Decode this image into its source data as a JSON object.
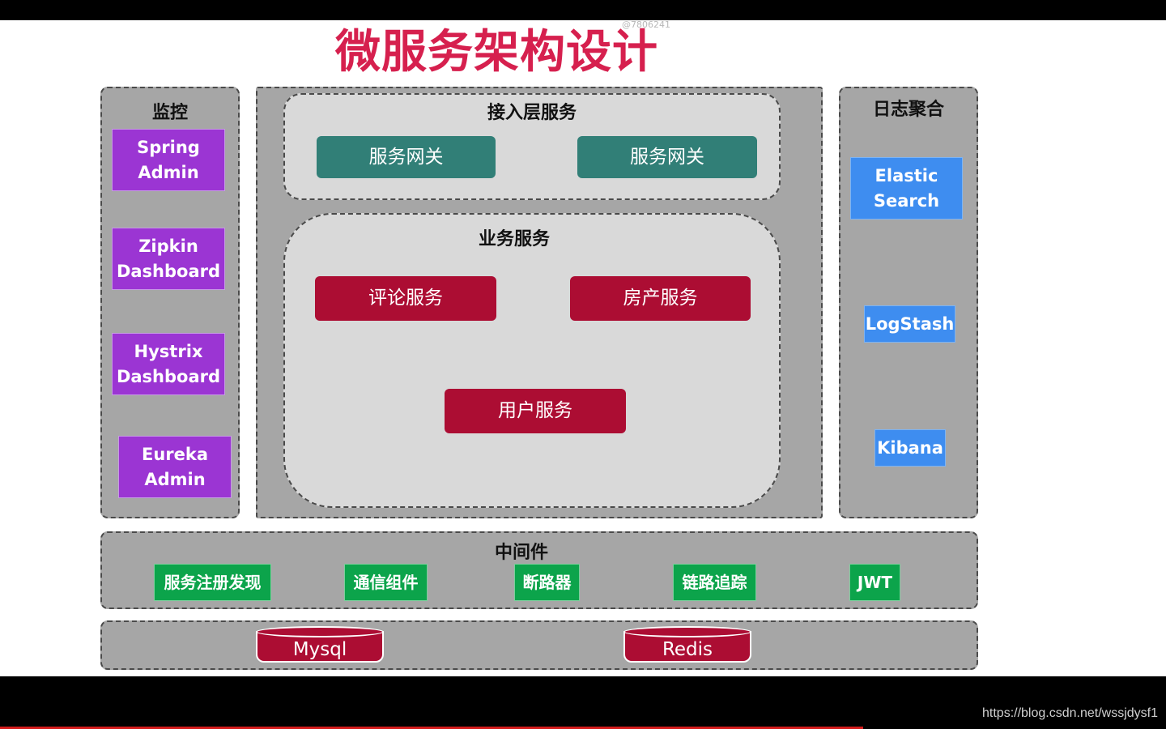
{
  "watermark_top": "@7806241",
  "title": "微服务架构设计",
  "monitoring": {
    "title": "监控",
    "items": [
      "Spring\nAdmin",
      "Zipkin\nDashboard",
      "Hystrix\nDashboard",
      "Eureka\nAdmin"
    ]
  },
  "access_layer": {
    "title": "接入层服务",
    "gateways": [
      "服务网关",
      "服务网关"
    ]
  },
  "business": {
    "title": "业务服务",
    "services": [
      "评论服务",
      "房产服务",
      "用户服务"
    ]
  },
  "logging": {
    "title": "日志聚合",
    "items": [
      "Elastic\nSearch",
      "LogStash",
      "Kibana"
    ]
  },
  "middleware": {
    "title": "中间件",
    "items": [
      "服务注册发现",
      "通信组件",
      "断路器",
      "链路追踪",
      "JWT"
    ]
  },
  "storage": {
    "items": [
      "Mysql",
      "Redis"
    ]
  },
  "source_url": "https://blog.csdn.net/wssjdysf1",
  "colors": {
    "title": "#d6204e",
    "panel": "#a6a6a6",
    "inner": "#d9d9d9",
    "monitoring": "#9b35d3",
    "gateway": "#317f77",
    "service": "#ac0d33",
    "logging": "#3e8df0",
    "middleware": "#0ca44b"
  },
  "playback_progress": 0.74
}
